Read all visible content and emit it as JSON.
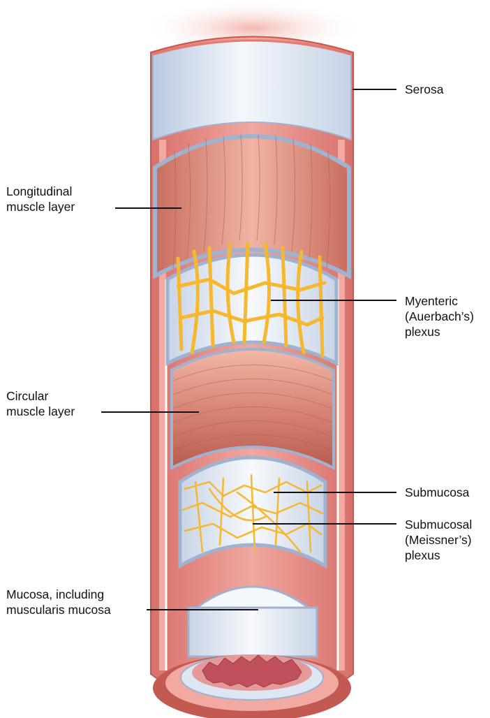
{
  "labels": {
    "serosa": [
      "Serosa"
    ],
    "longitudinal": [
      "Longitudinal",
      "muscle layer"
    ],
    "myenteric": [
      "Myenteric",
      "(Auerbach’s)",
      "plexus"
    ],
    "circular": [
      "Circular",
      "muscle layer"
    ],
    "submucosa": [
      "Submucosa"
    ],
    "submucosal_plexus": [
      "Submucosal",
      "(Meissner’s)",
      "plexus"
    ],
    "mucosa": [
      "Mucosa, including",
      "muscularis mucosa"
    ]
  },
  "colors": {
    "serosa": "#d9e3f0",
    "serosa_edge": "#9fb3d1",
    "muscle": "#e8a090",
    "muscle_dark": "#b85c4e",
    "tube_wall": "#e88a84",
    "plexus": "#f5b82e",
    "mucosa_lumen": "#c0505c"
  }
}
